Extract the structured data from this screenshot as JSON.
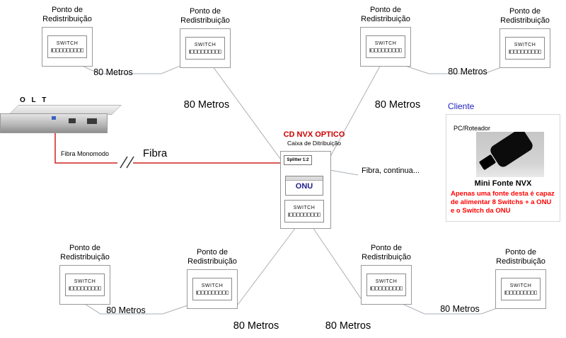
{
  "labels": {
    "ponto": "Ponto de Redistribuição",
    "switch": "SWITCH",
    "distance": "80 Metros"
  },
  "olt": {
    "label": "O L T"
  },
  "fiber": {
    "monomodo": "Fibra Monomodo",
    "fibra": "Fibra",
    "continua": "Fibra, continua..."
  },
  "cd": {
    "title": "CD NVX OPTICO",
    "subtitle": "Caixa de Ditribuição",
    "splitter": "Splitter 1:2",
    "onu": "ONU"
  },
  "cliente": {
    "title": "Cliente",
    "device": "PC/Roteador",
    "product": "Mini Fonte NVX",
    "note_lines": [
      "Apenas uma fonte desta é capaz",
      "de alimentar 8 Switchs + a ONU",
      "e o Switch da ONU"
    ]
  },
  "colors": {
    "cd_title_red": "#cc0000",
    "note_red": "#ff0000",
    "cliente_blue": "#2222bb",
    "onu_blue": "#20208a",
    "fiber_red": "#cc2222",
    "line_gray": "#aab0b8"
  }
}
